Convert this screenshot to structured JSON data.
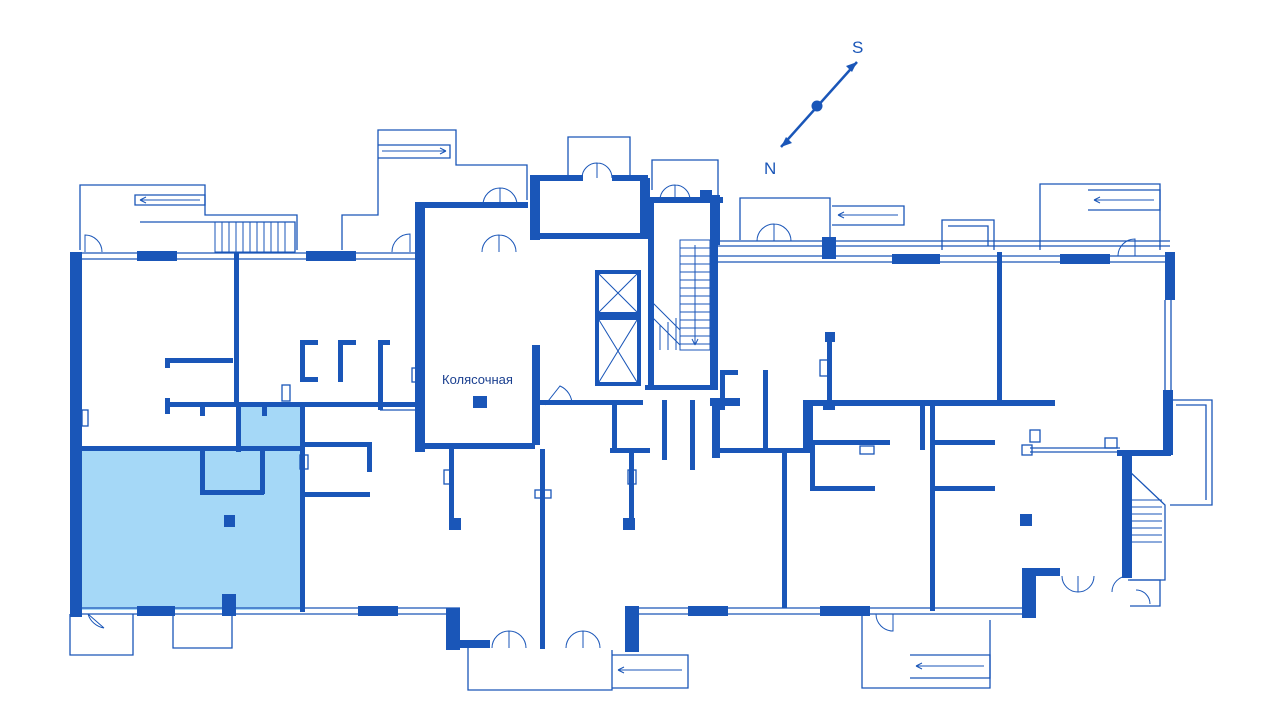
{
  "plan": {
    "room_label": "Колясочная",
    "highlight_color": "#a5d8f7",
    "wall_color": "#1a56b8"
  },
  "compass": {
    "south_label": "S",
    "north_label": "N"
  }
}
